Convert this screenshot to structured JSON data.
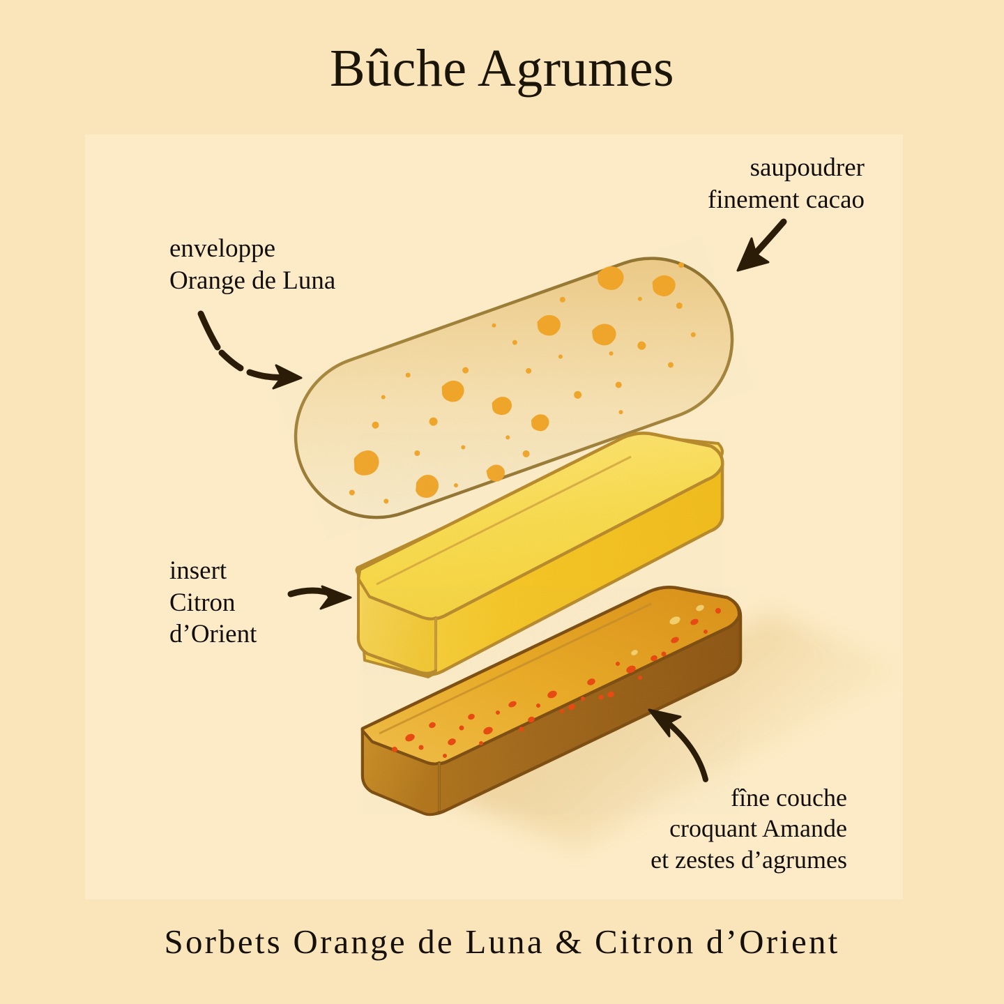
{
  "page": {
    "title": "Bûche Agrumes",
    "caption": "Sorbets Orange de Luna & Citron d’Orient",
    "background_color": "#fae5ba",
    "panel_color": "#fcebc6",
    "text_color": "#120d06"
  },
  "annotations": [
    {
      "id": "saupoudrer-cacao",
      "text": "saupoudrer\nfinement cacao",
      "align": "right",
      "arrow": "arrow-down-left",
      "target": "enveloppe-layer"
    },
    {
      "id": "enveloppe-orange",
      "text": "enveloppe\nOrange de Luna",
      "align": "left",
      "arrow": "dashed-arrow-down-right",
      "target": "enveloppe-layer"
    },
    {
      "id": "insert-citron",
      "text": "insert\nCitron\nd’Orient",
      "align": "left",
      "arrow": "arrow-right",
      "target": "insert-layer"
    },
    {
      "id": "fine-couche-croquant",
      "text": "fîne couche\ncroquant Amande\net zestes d’agrumes",
      "align": "right",
      "arrow": "curved-arrow-up-left",
      "target": "croquant-layer"
    }
  ],
  "layers": [
    {
      "id": "enveloppe-layer",
      "name": "enveloppe Orange de Luna",
      "shape": "rounded-capsule",
      "fill_light": "#f7e5bc",
      "fill_dark": "#eecf92",
      "outline": "#9a7b33",
      "fleck_color": "#f0a92a",
      "fleck_count": 38
    },
    {
      "id": "insert-layer",
      "name": "insert Citron d’Orient",
      "shape": "rectangular-prism",
      "top_face": "#f8dc5a",
      "front_face": "#f5c523",
      "side_face": "#f2ca3c",
      "outline": "#b7892a"
    },
    {
      "id": "croquant-layer",
      "name": "fîne couche croquant Amande et zestes d’agrumes",
      "shape": "rectangular-slab",
      "top_face": "#e8a820",
      "front_face": "#9f6415",
      "side_face": "#b8791a",
      "outline": "#7d4d0f",
      "fleck_color": "#e84d10",
      "fleck_count": 34
    }
  ]
}
